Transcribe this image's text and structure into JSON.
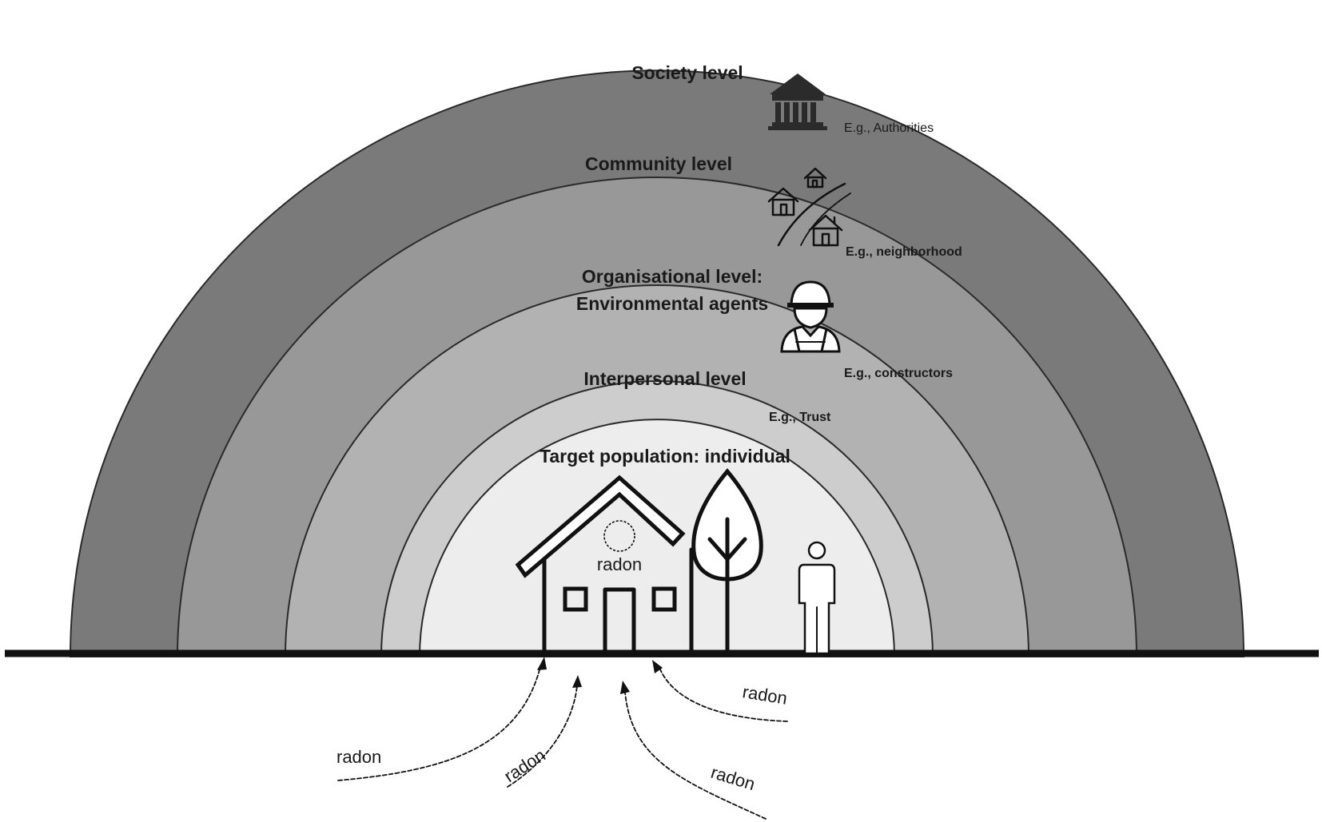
{
  "levels": {
    "society": {
      "label": "Society level",
      "example": "E.g., Authorities",
      "icon": "government-building-icon",
      "color": "#7a7a7a"
    },
    "community": {
      "label": "Community level",
      "example": "E.g., neighborhood",
      "icon": "neighborhood-houses-icon",
      "color": "#989898"
    },
    "organisational": {
      "label_line1": "Organisational level:",
      "label_line2": "Environmental agents",
      "example": "E.g., constructors",
      "icon": "construction-worker-icon",
      "color": "#b2b2b2"
    },
    "interpersonal": {
      "label": "Interpersonal level",
      "example": "E.g., Trust",
      "color": "#cdcdcd"
    },
    "individual": {
      "label": "Target population: individual",
      "color": "#ededed"
    }
  },
  "house_label": "radon",
  "radon_labels": [
    "radon",
    "radon",
    "radon",
    "radon"
  ],
  "colors": {
    "ground": "#111111",
    "outline": "#111111"
  }
}
